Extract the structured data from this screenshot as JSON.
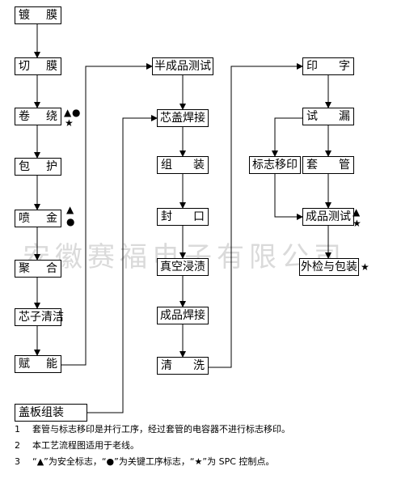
{
  "watermark": "安徽赛福电子有限公司",
  "column1": {
    "steps": [
      {
        "a": "镀",
        "b": "膜"
      },
      {
        "a": "切",
        "b": "膜"
      },
      {
        "a": "卷",
        "b": "绕"
      },
      {
        "a": "包",
        "b": "护"
      },
      {
        "a": "喷",
        "b": "金"
      },
      {
        "a": "聚",
        "b": "合"
      },
      {
        "a": "芯子清洁",
        "b": ""
      },
      {
        "a": "赋",
        "b": "能"
      }
    ],
    "final": "盖板组装"
  },
  "column2": {
    "steps": [
      {
        "a": "半成品测试",
        "b": ""
      },
      {
        "a": "芯盖焊接",
        "b": ""
      },
      {
        "a": "组",
        "b": "装"
      },
      {
        "a": "封",
        "b": "口"
      },
      {
        "a": "真空浸渍",
        "b": ""
      },
      {
        "a": "成品焊接",
        "b": ""
      },
      {
        "a": "清",
        "b": "洗"
      }
    ]
  },
  "column3": {
    "print": {
      "a": "印",
      "b": "字"
    },
    "leak": {
      "a": "试",
      "b": "漏"
    },
    "mark": "标志移印",
    "sleeve": {
      "a": "套",
      "b": "管"
    },
    "final_test": "成品测试",
    "inspect_pack": "外检与包装"
  },
  "symbols": {
    "safety": "▲",
    "key": "●",
    "spc": "★"
  },
  "notes": [
    {
      "num": "1",
      "text": "套管与标志移印是并行工序，经过套管的电容器不进行标志移印。"
    },
    {
      "num": "2",
      "text": "本工艺流程图适用于老线。"
    },
    {
      "num": "3",
      "text": "“▲”为安全标志，“●”为关键工序标志，“★”为 SPC 控制点。"
    }
  ]
}
